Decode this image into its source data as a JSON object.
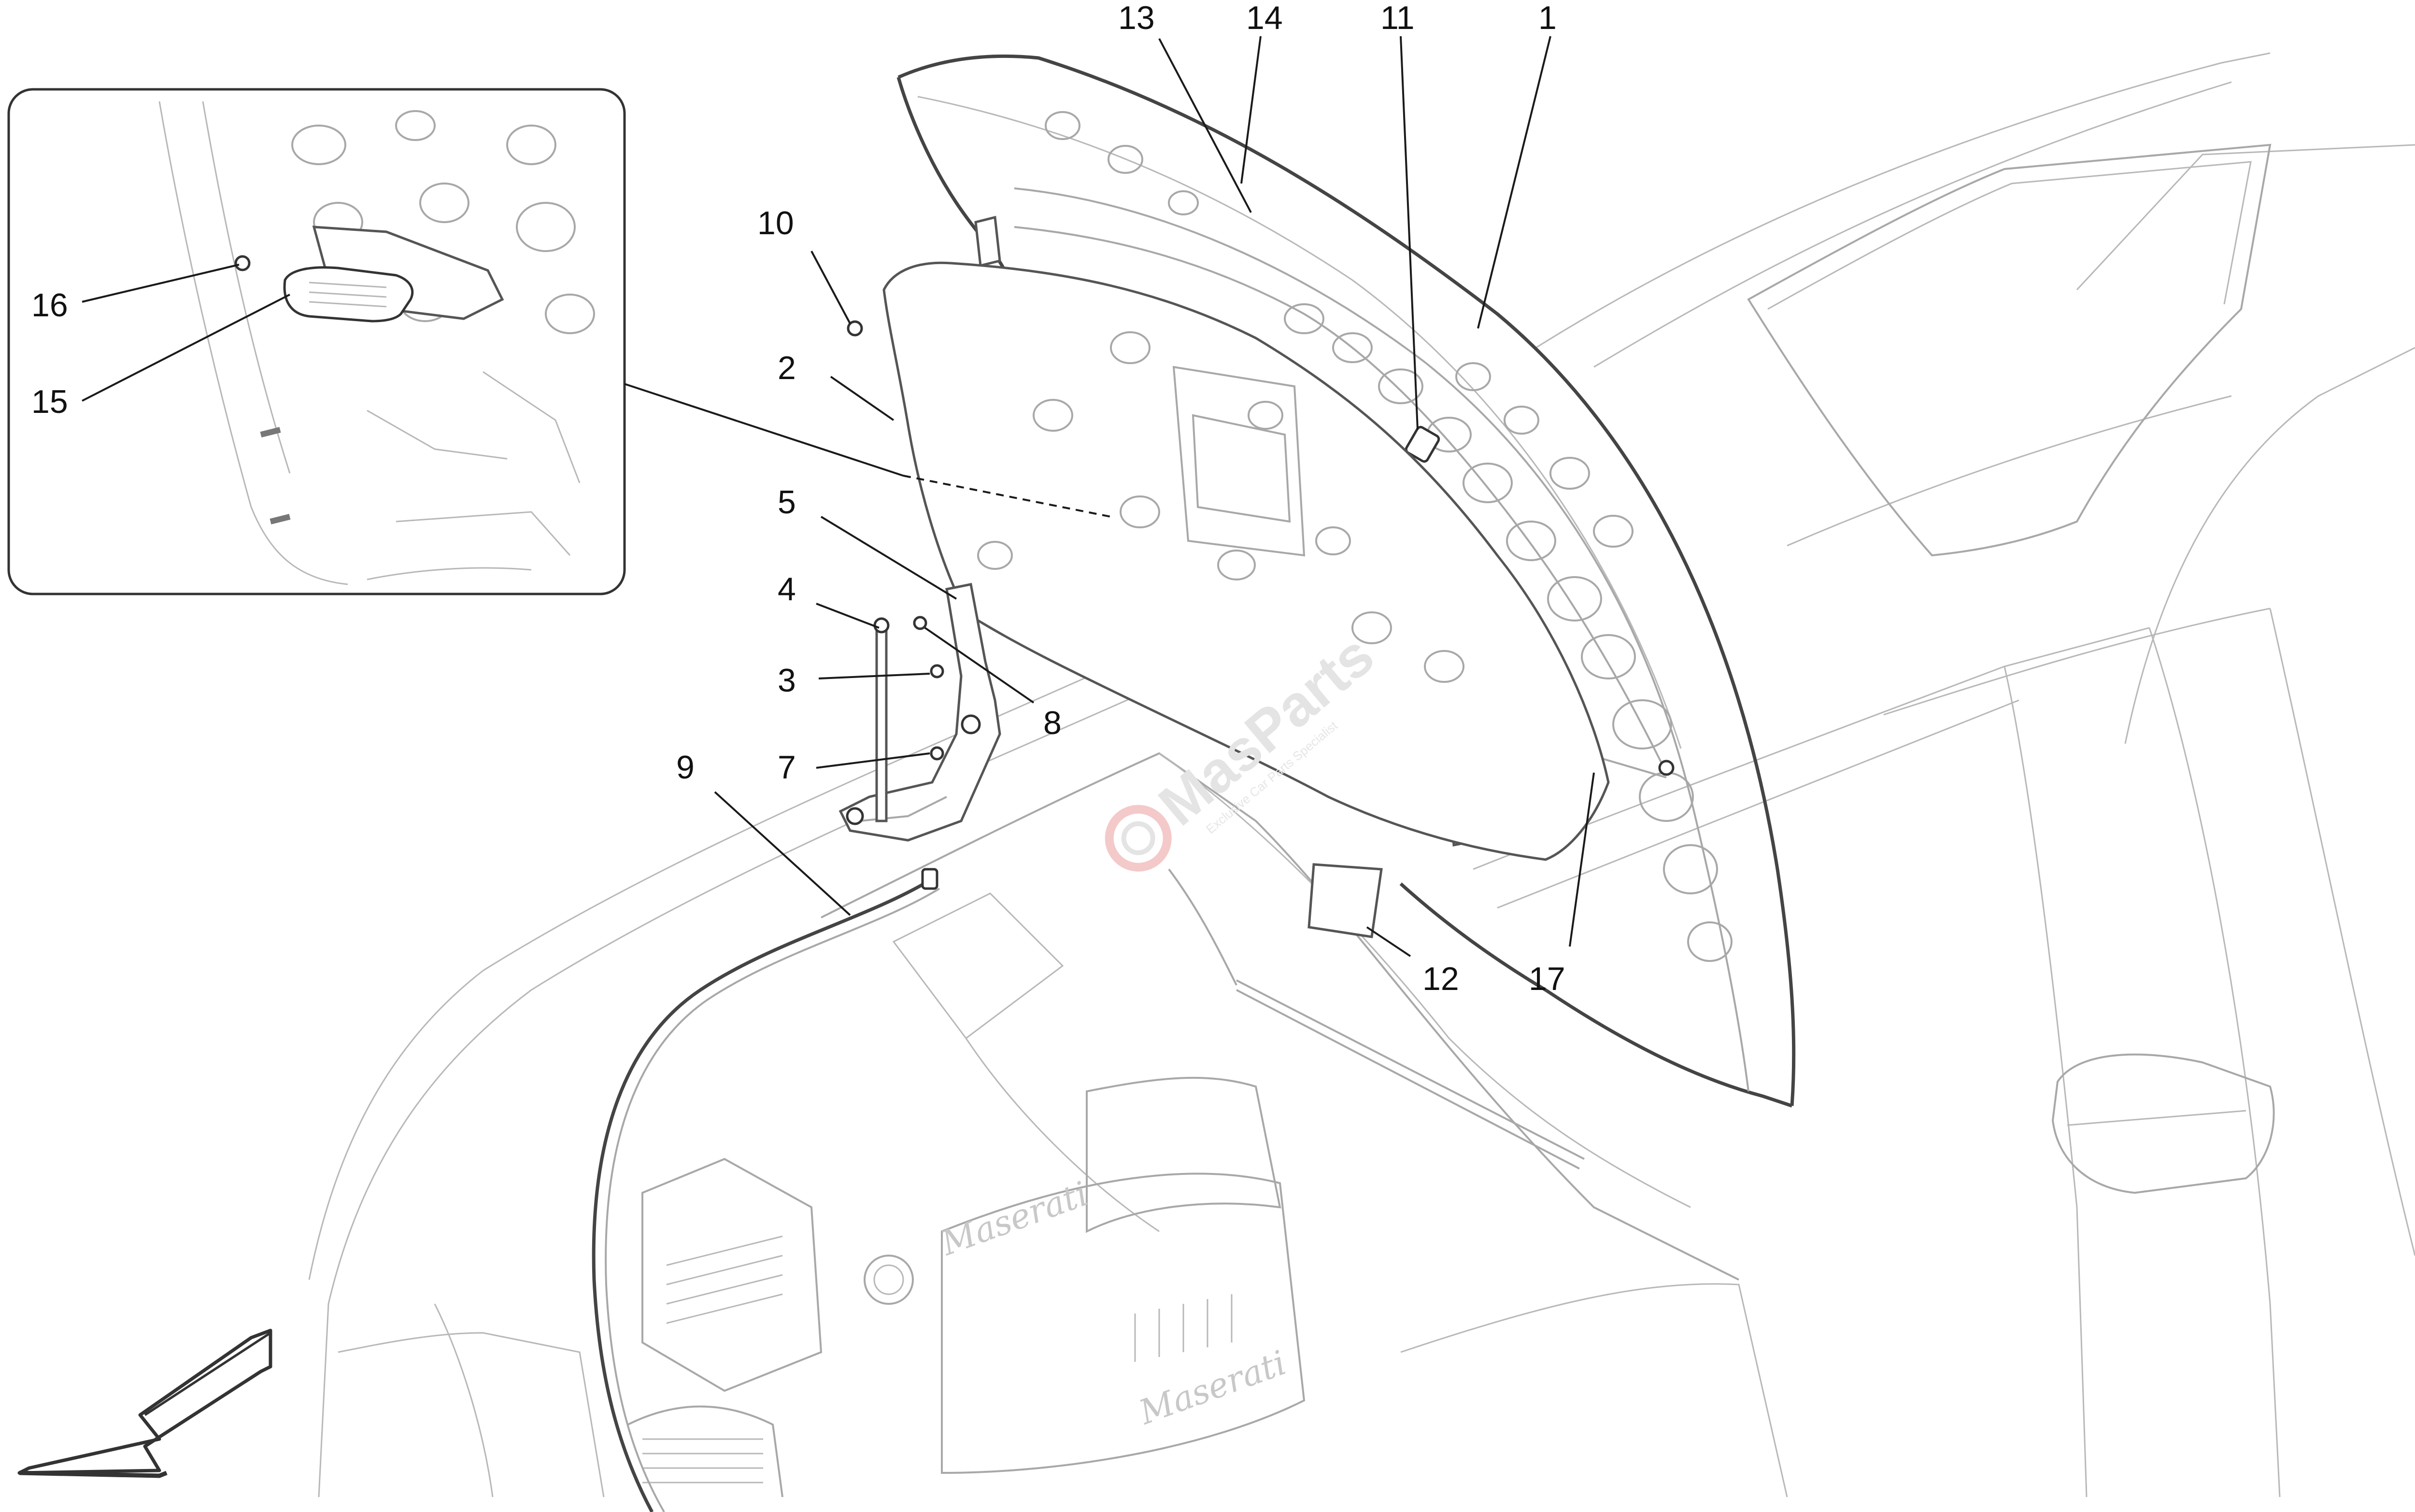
{
  "diagram": {
    "subject": "Front bonnet / engine hood assembly exploded view",
    "callouts": [
      {
        "id": "1",
        "label": "1"
      },
      {
        "id": "2",
        "label": "2"
      },
      {
        "id": "3",
        "label": "3"
      },
      {
        "id": "4",
        "label": "4"
      },
      {
        "id": "5",
        "label": "5"
      },
      {
        "id": "7",
        "label": "7"
      },
      {
        "id": "8",
        "label": "8"
      },
      {
        "id": "9",
        "label": "9"
      },
      {
        "id": "10",
        "label": "10"
      },
      {
        "id": "11",
        "label": "11"
      },
      {
        "id": "12",
        "label": "12"
      },
      {
        "id": "13",
        "label": "13"
      },
      {
        "id": "14",
        "label": "14"
      },
      {
        "id": "15",
        "label": "15"
      },
      {
        "id": "16",
        "label": "16"
      },
      {
        "id": "17",
        "label": "17"
      }
    ],
    "engine_script_1": "Maserati",
    "engine_script_2": "Maserati",
    "watermark": {
      "brand": "MasParts",
      "slogan": "Exclusive Car Parts Specialist"
    },
    "colors": {
      "line": "#444444",
      "light_line": "#b8b8b8",
      "leader": "#1a1a1a",
      "watermark": "#e4e4e4",
      "watermark_accent": "#f4c9c9"
    },
    "icons": {
      "direction_arrow": "front-direction-arrow-icon"
    }
  }
}
